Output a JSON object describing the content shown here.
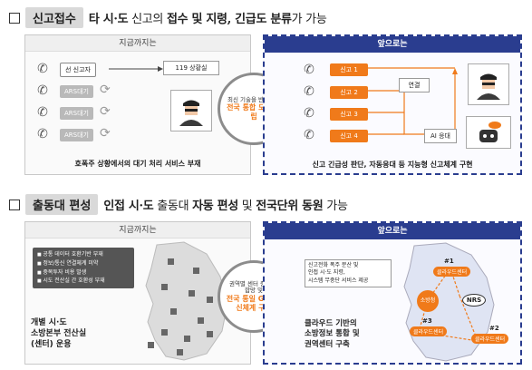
{
  "section1": {
    "tag": "신고접수",
    "headline_bold1": "타 시·도",
    "headline_text1": " 신고의 ",
    "headline_bold2": "접수 및 지령, 긴급도 분류",
    "headline_text2": "가 가능",
    "left_title": "지금까지는",
    "right_title": "앞으로는",
    "left_first_pill": "선 신고자",
    "left_ars": [
      "ARS대기",
      "ARS대기",
      "ARS대기"
    ],
    "left_center": "119 상황실",
    "left_caption": "호폭주 상황에서의 대기 처리 서비스 부재",
    "circle_small": "최신 기술을 반영하여",
    "circle_orange": "전국 통합 모델 수립",
    "right_reports": [
      "신고 1",
      "신고 2",
      "신고 3",
      "신고 4"
    ],
    "right_connect": "연결",
    "right_ai": "AI 응대",
    "right_caption": "신고 긴급성 판단, 자동응대 등 지능형 신고체계 구현"
  },
  "section2": {
    "tag": "출동대 편성",
    "headline_bold1": "인접 시·도",
    "headline_text1": " 출동대 ",
    "headline_bold2": "자동 편성",
    "headline_text2": " 및 ",
    "headline_bold3": "전국단위 동원",
    "headline_text3": " 가능",
    "left_title": "지금까지는",
    "right_title": "앞으로는",
    "issues": [
      "공통 데이터 호환기반 부재",
      "정보/통신 연결체계 미약",
      "중복투자 비용 발생",
      "시도 전산실 간 호환성 부재"
    ],
    "left_caption": [
      "개별 시·도",
      "소방본부 전산실",
      "(센터) 운용"
    ],
    "circle_small": "권역별 센터 중심 통합망 및",
    "circle_orange": "전국 통일 GIS 통신체계 구축",
    "right_box": [
      "신고전화 폭주 분산 및",
      "인접 시·도 지령,",
      "시스템 무중단 서비스 제공"
    ],
    "nodes": [
      "#1",
      "#2",
      "#3"
    ],
    "node_label": "클라우드센터",
    "center_label": "소방청",
    "nrs": "NRS",
    "right_caption": [
      "클라우드 기반의",
      "소방정보 통합 및",
      "권역센터 구축"
    ]
  },
  "colors": {
    "accent": "#f07a1a",
    "navy": "#2a3d8f"
  }
}
